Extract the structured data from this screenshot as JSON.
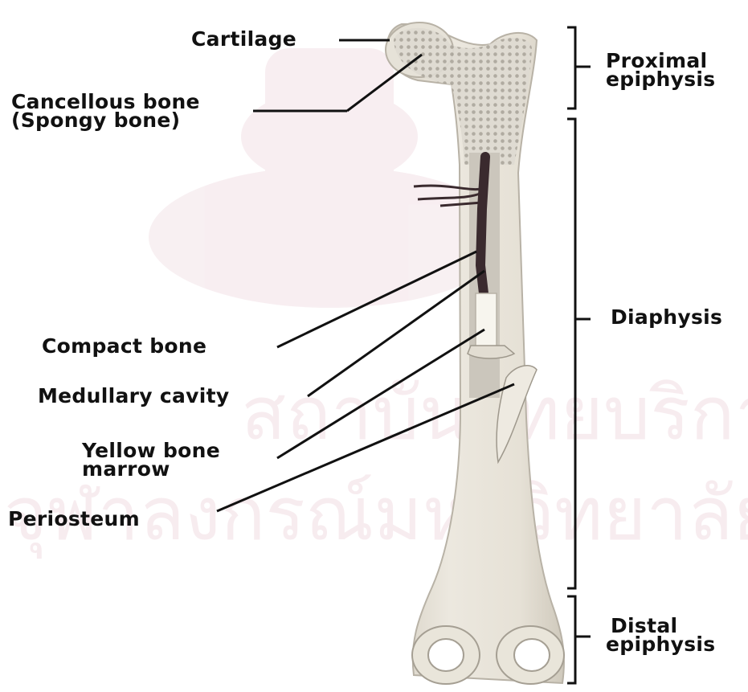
{
  "labels": {
    "cartilage": "Cartilage",
    "cancellous_line1": "Cancellous bone",
    "cancellous_line2": "(Spongy bone)",
    "compact_bone": "Compact bone",
    "medullary_cavity": "Medullary cavity",
    "yellow_marrow_line1": "Yellow bone",
    "yellow_marrow_line2": "marrow",
    "periosteum": "Periosteum",
    "proximal_line1": "Proximal",
    "proximal_line2": "epiphysis",
    "diaphysis": "Diaphysis",
    "distal_line1": "Distal",
    "distal_line2": "epiphysis"
  },
  "watermark": {
    "line1": "สถาบันวิทยบริการ",
    "line2": "จุฬาลงกรณ์มหาวิทยาลัย"
  },
  "colors": {
    "bone": "#e9e5da",
    "bone_shade": "#d2ccbf",
    "spongy": "#c8c4bb",
    "cavity": "#bfbab0",
    "vessel": "#3a2a2e",
    "marrow": "#f4f2e9",
    "lines": "#111111",
    "watermark": "#b5546e"
  }
}
